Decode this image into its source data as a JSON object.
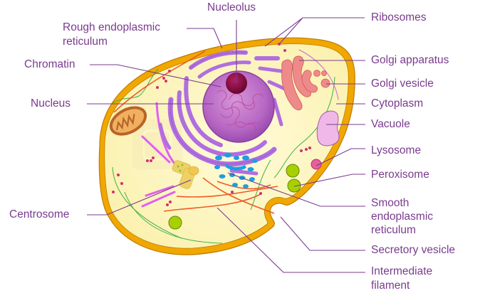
{
  "title": "Animal cell structure",
  "colors": {
    "label_text": "#7a3b8e",
    "leader_line": "#7a3b8e",
    "membrane": "#f0a800",
    "membrane_edge": "#c07800",
    "cytoplasm": "#fdf7c4",
    "rough_er": "#b06ee0",
    "nucleus": "#b15cc0",
    "nucleolus": "#8a0a40",
    "golgi": "#ee8a8a",
    "smooth_er": "#1aa0e0",
    "mitochondrion": "#f0b060",
    "vacuole": "#f0b8e8",
    "lysosome": "#e8609c",
    "peroxisome": "#a8d000",
    "centrosome": "#f0d060",
    "microtubule": "#e060f0",
    "intermediate_filament": "#f05a28",
    "actin_filament": "#3cb048",
    "ribosome_dot": "#d03070"
  },
  "labels": {
    "nucleolus": "Nucleolus",
    "rough_er_1": "Rough endoplasmic",
    "rough_er_2": "reticulum",
    "chromatin": "Chromatin",
    "nucleus": "Nucleus",
    "centrosome": "Centrosome",
    "ribosomes": "Ribosomes",
    "golgi_apparatus": "Golgi apparatus",
    "golgi_vesicle": "Golgi vesicle",
    "cytoplasm": "Cytoplasm",
    "vacuole": "Vacuole",
    "lysosome": "Lysosome",
    "peroxisome": "Peroxisome",
    "smooth_er_1": "Smooth",
    "smooth_er_2": "endoplasmic",
    "smooth_er_3": "reticulum",
    "secretory_vesicle": "Secretory vesicle",
    "intermediate_filament_1": "Intermediate",
    "intermediate_filament_2": "filament"
  }
}
